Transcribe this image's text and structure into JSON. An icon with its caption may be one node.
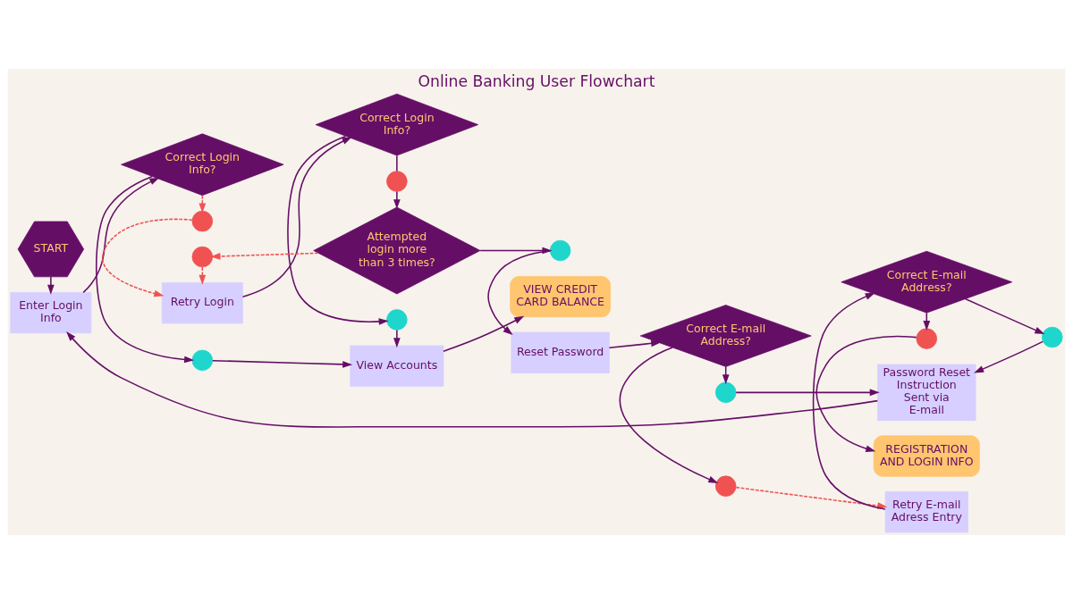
{
  "diagram": {
    "title": "Online Banking User Flowchart",
    "nodes": [
      {
        "text": [
          "START"
        ]
      },
      {
        "text": [
          "View Accounts"
        ]
      },
      {
        "text": [
          "VIEW CREDIT CARD BALANCE"
        ]
      },
      {
        "text": [
          "REGISTRATION AND LOGIN INFO"
        ]
      },
      {
        "text": [],
        "shape": "circle"
      },
      {
        "text": [],
        "shape": "circle"
      },
      {
        "text": [
          "Enter Login Info"
        ]
      },
      {
        "text": [
          "Correct Login Info?"
        ]
      },
      {
        "text": [
          "Correct E-mail Address?"
        ]
      },
      {
        "text": [],
        "shape": "circle"
      },
      {
        "text": [],
        "shape": "circle"
      },
      {
        "text": [],
        "shape": "circle"
      },
      {
        "text": [],
        "shape": "circle"
      },
      {
        "text": [
          "Retry E-mail Adress Entry"
        ]
      },
      {
        "text": [
          "Retry Login"
        ]
      },
      {
        "text": [
          "Correct Login Info?"
        ]
      },
      {
        "text": [
          "Reset Password"
        ]
      },
      {
        "text": [
          "Correct E-mail Address?"
        ]
      },
      {
        "text": [],
        "shape": "circle"
      },
      {
        "text": [
          "Attempted login more than 3 times?"
        ]
      },
      {
        "text": [],
        "shape": "circle"
      },
      {
        "text": [],
        "shape": "circle"
      },
      {
        "text": [],
        "shape": "circle"
      },
      {
        "text": [
          "Password Reset Instruction Sent via E-mail"
        ]
      }
    ],
    "edges": [
      {
        "from": 0,
        "to": 6,
        "arrow": "to"
      },
      {
        "from": 6,
        "to": 7,
        "arrow": "to"
      },
      {
        "from": 7,
        "to": 4,
        "arrow": "to"
      },
      {
        "from": 4,
        "to": 1,
        "arrow": "to"
      },
      {
        "from": 1,
        "to": 2,
        "arrow": "to"
      },
      {
        "from": 7,
        "to": 10,
        "arrow": "to",
        "style": "dashed",
        "color": "#f05252"
      },
      {
        "from": 10,
        "to": 14,
        "arrow": "to",
        "style": "dashed",
        "color": "#f05252"
      },
      {
        "from": 14,
        "to": 15,
        "arrow": "to"
      },
      {
        "from": 15,
        "to": 11,
        "arrow": "to"
      },
      {
        "from": 11,
        "to": 1,
        "arrow": "to"
      },
      {
        "from": 15,
        "to": 18,
        "arrow": "none"
      },
      {
        "from": 18,
        "to": 19,
        "arrow": "to"
      },
      {
        "from": 19,
        "to": 20,
        "arrow": "to",
        "style": "dashed",
        "color": "#f05252"
      },
      {
        "from": 20,
        "to": 14,
        "arrow": "to",
        "style": "dashed",
        "color": "#f05252"
      },
      {
        "from": 19,
        "to": 21,
        "arrow": "to"
      },
      {
        "from": 21,
        "to": 16,
        "arrow": "to"
      },
      {
        "from": 16,
        "to": 17,
        "arrow": "to"
      },
      {
        "from": 17,
        "to": 12,
        "arrow": "to"
      },
      {
        "from": 12,
        "to": 13,
        "arrow": "to",
        "style": "dashed",
        "color": "#f05252"
      },
      {
        "from": 13,
        "to": 8,
        "arrow": "to"
      },
      {
        "from": 8,
        "to": 5,
        "arrow": "to"
      },
      {
        "from": 5,
        "to": 3,
        "arrow": "to"
      },
      {
        "from": 8,
        "to": 9,
        "arrow": "to"
      },
      {
        "from": 9,
        "to": 23,
        "arrow": "to"
      },
      {
        "from": 17,
        "to": 22,
        "arrow": "to"
      },
      {
        "from": 22,
        "to": 23,
        "arrow": "to"
      },
      {
        "from": 23,
        "to": 6,
        "arrow": "to"
      }
    ]
  }
}
